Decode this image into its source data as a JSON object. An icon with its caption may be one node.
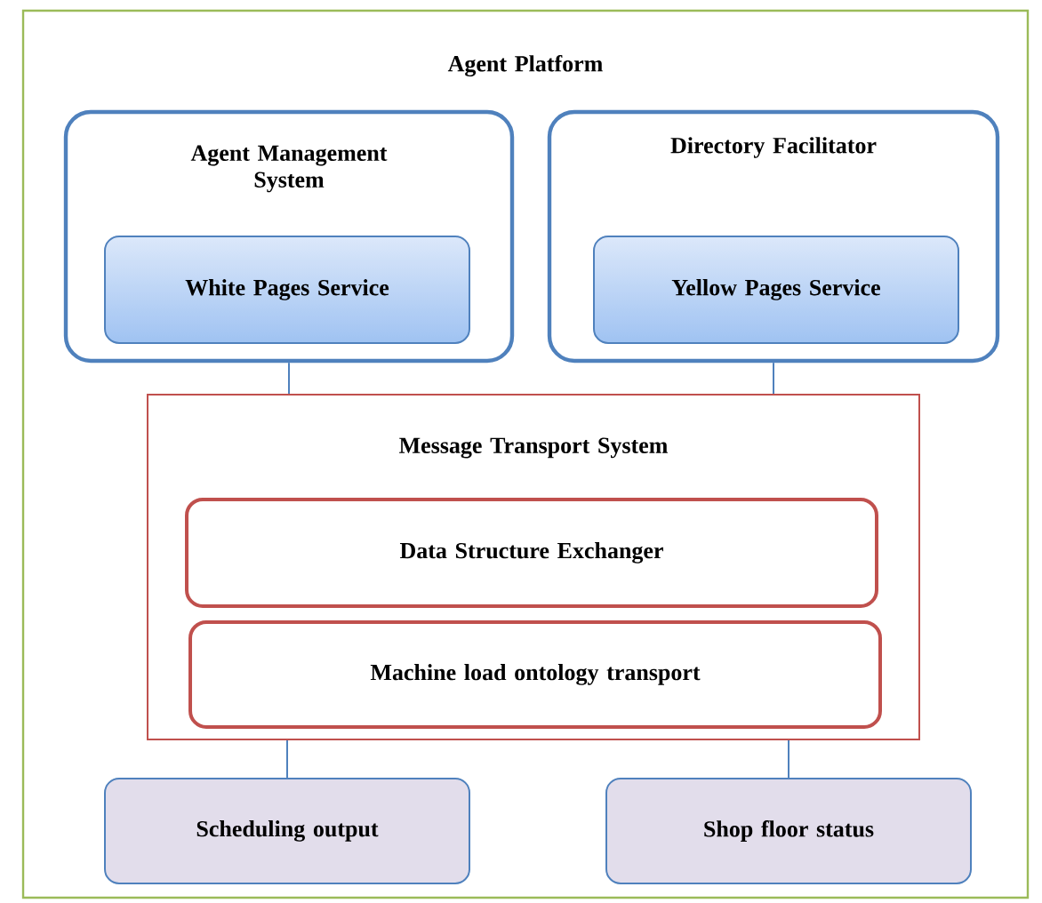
{
  "diagram": {
    "nodes": [
      {
        "text": [
          "Agent Platform"
        ]
      },
      {
        "text": [
          "Agent Management System"
        ],
        "in": 0
      },
      {
        "text": [
          "White Pages Service"
        ],
        "in": 1
      },
      {
        "text": [
          "Directory Facilitator"
        ],
        "in": 0
      },
      {
        "text": [
          "Yellow Pages Service"
        ],
        "in": 3
      },
      {
        "text": [
          "Message Transport System"
        ],
        "in": 0
      },
      {
        "text": [
          "Data Structure Exchanger"
        ],
        "in": 5
      },
      {
        "text": [
          "Machine load ontology transport"
        ],
        "in": 5
      },
      {
        "text": [
          "Scheduling output"
        ],
        "in": 0
      },
      {
        "text": [
          "Shop floor status"
        ],
        "in": 0
      }
    ],
    "edges": [
      {
        "from": 1,
        "to": 5,
        "arrow": "none"
      },
      {
        "from": 3,
        "to": 5,
        "arrow": "none"
      },
      {
        "from": 5,
        "to": 8,
        "arrow": "none"
      },
      {
        "from": 5,
        "to": 9,
        "arrow": "none"
      }
    ]
  }
}
